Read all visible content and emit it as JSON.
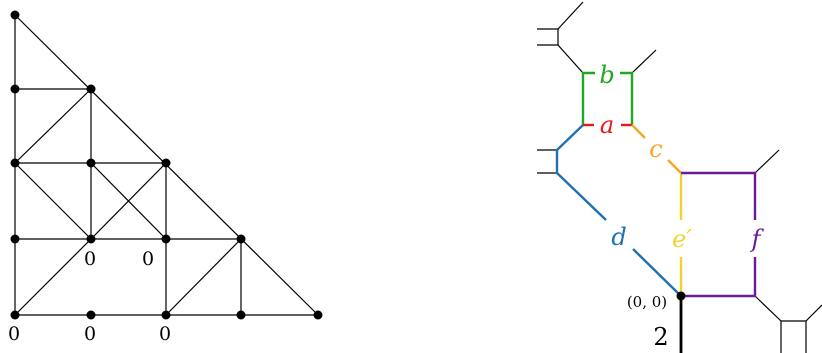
{
  "triangulation": {
    "vertex_labels": [
      "0",
      "0",
      "0",
      "0",
      "0"
    ]
  },
  "tropical_curve": {
    "origin_label": "(0, 0)",
    "weight_label": "2",
    "edges": [
      {
        "name": "a",
        "label": "a",
        "color": "#e41a1c"
      },
      {
        "name": "b",
        "label": "b",
        "color": "#1fa81f"
      },
      {
        "name": "c",
        "label": "c",
        "color": "#f5a623"
      },
      {
        "name": "d",
        "label": "d",
        "color": "#1f6fb2"
      },
      {
        "name": "e-prime",
        "label": "e′",
        "color": "#f2d22e"
      },
      {
        "name": "f",
        "label": "f",
        "color": "#6a1b9a"
      }
    ]
  }
}
